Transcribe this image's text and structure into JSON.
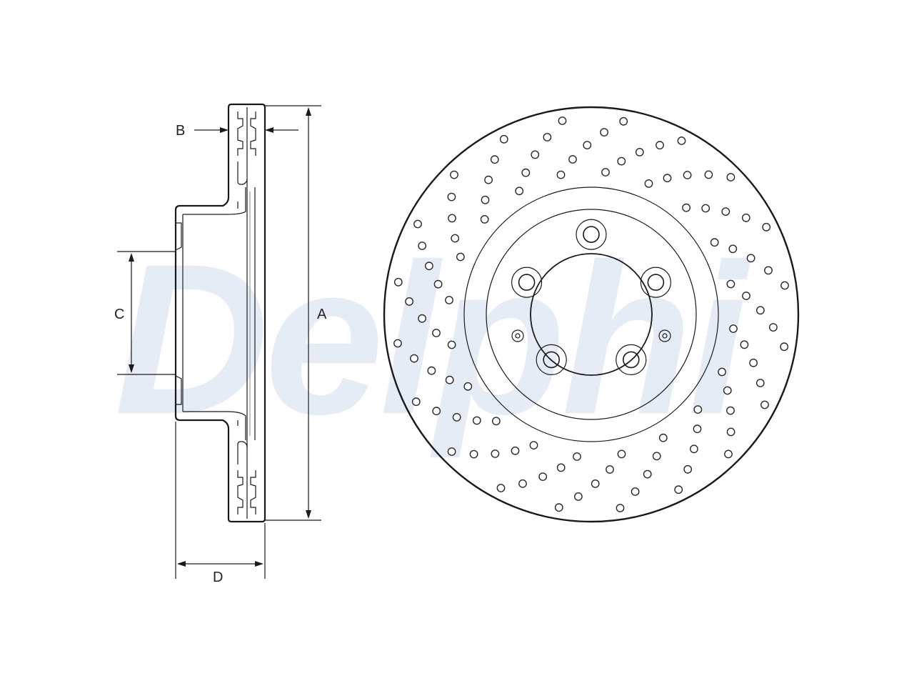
{
  "watermark": {
    "text": "Delphi",
    "color": "#e6ecf6"
  },
  "dimensions": {
    "a": "A",
    "b": "B",
    "c": "C",
    "d": "D"
  },
  "colors": {
    "line": "#1a1a1a",
    "background": "#ffffff"
  },
  "front_view": {
    "bolt_holes": 5,
    "locating_holes": 2
  }
}
